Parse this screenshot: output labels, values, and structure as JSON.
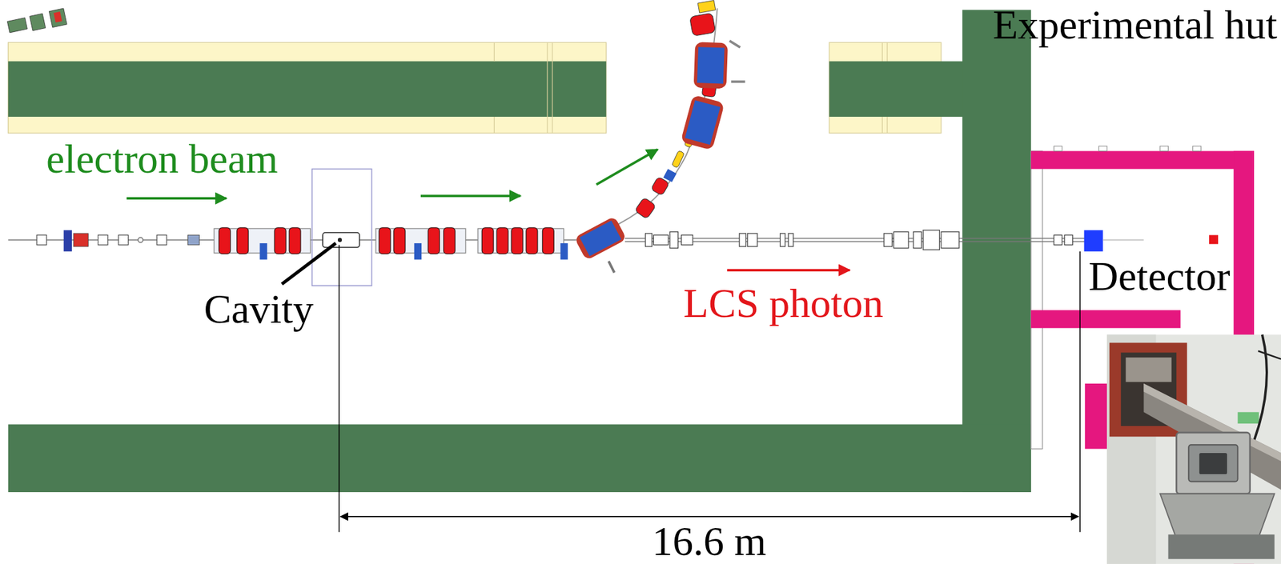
{
  "diagram": {
    "labels": [
      "Experimental hut",
      "electron beam",
      "Cavity",
      "Detector",
      "LCS photon",
      "16.6 m"
    ]
  }
}
